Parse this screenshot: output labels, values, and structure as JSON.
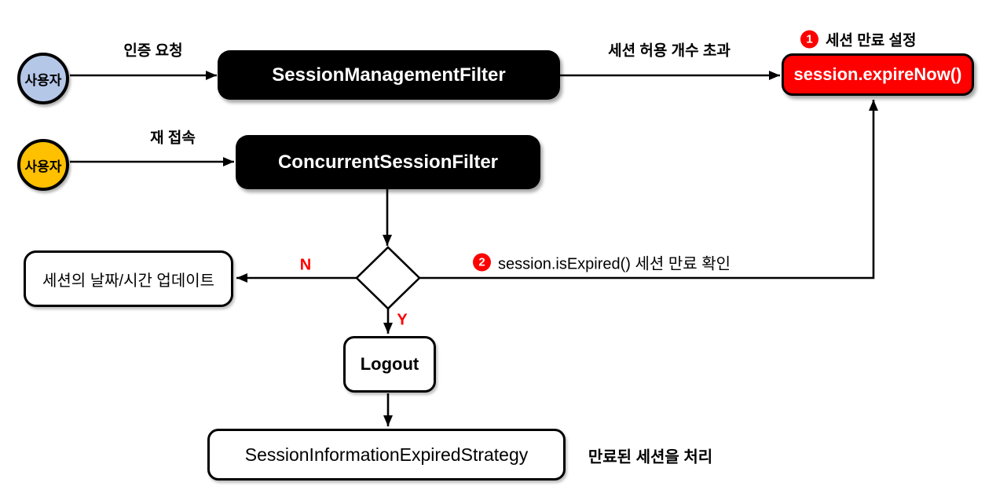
{
  "colors": {
    "box_black": "#000000",
    "accent_red": "#fe0000",
    "actor_blue": "#b5c7e7",
    "actor_yellow": "#ffc000",
    "branch_label_red": "#ff0000",
    "line": "#000000"
  },
  "actors": {
    "blue": {
      "label": "사용자"
    },
    "yellow": {
      "label": "사용자"
    }
  },
  "nodes": {
    "session_management_filter": {
      "label": "SessionManagementFilter"
    },
    "concurrent_session_filter": {
      "label": "ConcurrentSessionFilter"
    },
    "session_expire_now": {
      "label": "session.expireNow()"
    },
    "session_update": {
      "label": "세션의 날짜/시간 업데이트"
    },
    "logout": {
      "label": "Logout"
    },
    "session_information_expired_strategy": {
      "label": "SessionInformationExpiredStrategy"
    }
  },
  "edge_labels": {
    "auth_request": "인증 요청",
    "session_limit_exceeded": "세션 허용 개수 초과",
    "reconnect": "재 접속",
    "no": "N",
    "yes": "Y"
  },
  "annotations": {
    "step1": {
      "number": "1",
      "text": "세션 만료 설정"
    },
    "step2": {
      "number": "2",
      "text": "session.isExpired() 세션 만료 확인"
    },
    "expired_note": "만료된 세션을 처리"
  }
}
